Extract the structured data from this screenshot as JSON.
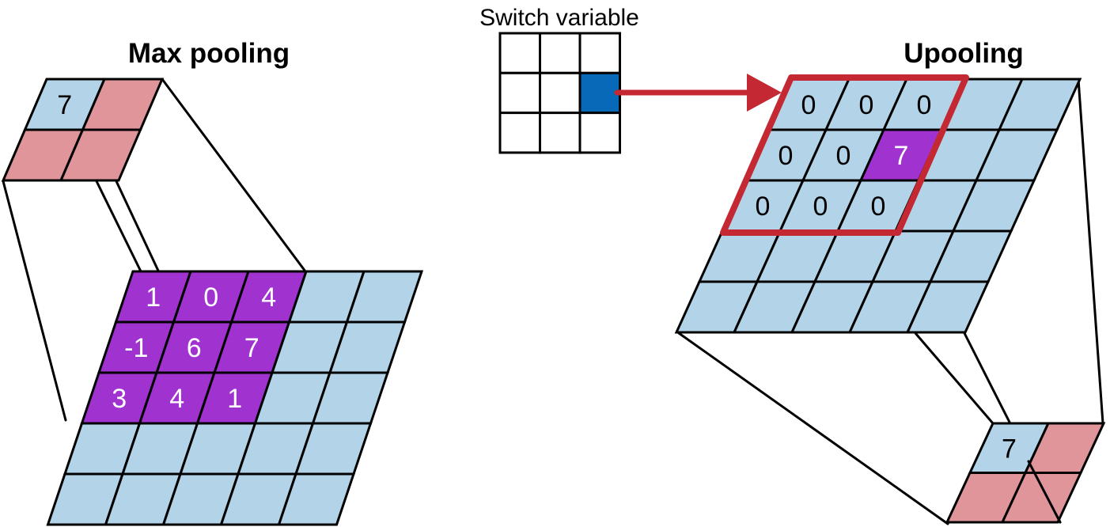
{
  "titles": {
    "max_pooling": "Max pooling",
    "switch_variable": "Switch variable",
    "unpooling": "Upooling"
  },
  "colors": {
    "grid_fill": "#b2d3e8",
    "pooled_fill": "#e0959b",
    "window_fill": "#a033d0",
    "switch_fill": "#0869b8",
    "arrow": "#c42832",
    "line": "#000000"
  },
  "max_pooling": {
    "pooled_output": [
      [
        "7",
        ""
      ],
      [
        "",
        ""
      ]
    ],
    "input_window": [
      [
        "1",
        "0",
        "4"
      ],
      [
        "-1",
        "6",
        "7"
      ],
      [
        "3",
        "4",
        "1"
      ]
    ]
  },
  "switch_variable": {
    "rows": 3,
    "cols": 3,
    "active_cell": [
      1,
      2
    ]
  },
  "unpooling": {
    "window": [
      [
        "0",
        "0",
        "0"
      ],
      [
        "0",
        "0",
        "7"
      ],
      [
        "0",
        "0",
        "0"
      ]
    ],
    "pooled_input": [
      [
        "7",
        ""
      ],
      [
        "",
        ""
      ]
    ]
  }
}
